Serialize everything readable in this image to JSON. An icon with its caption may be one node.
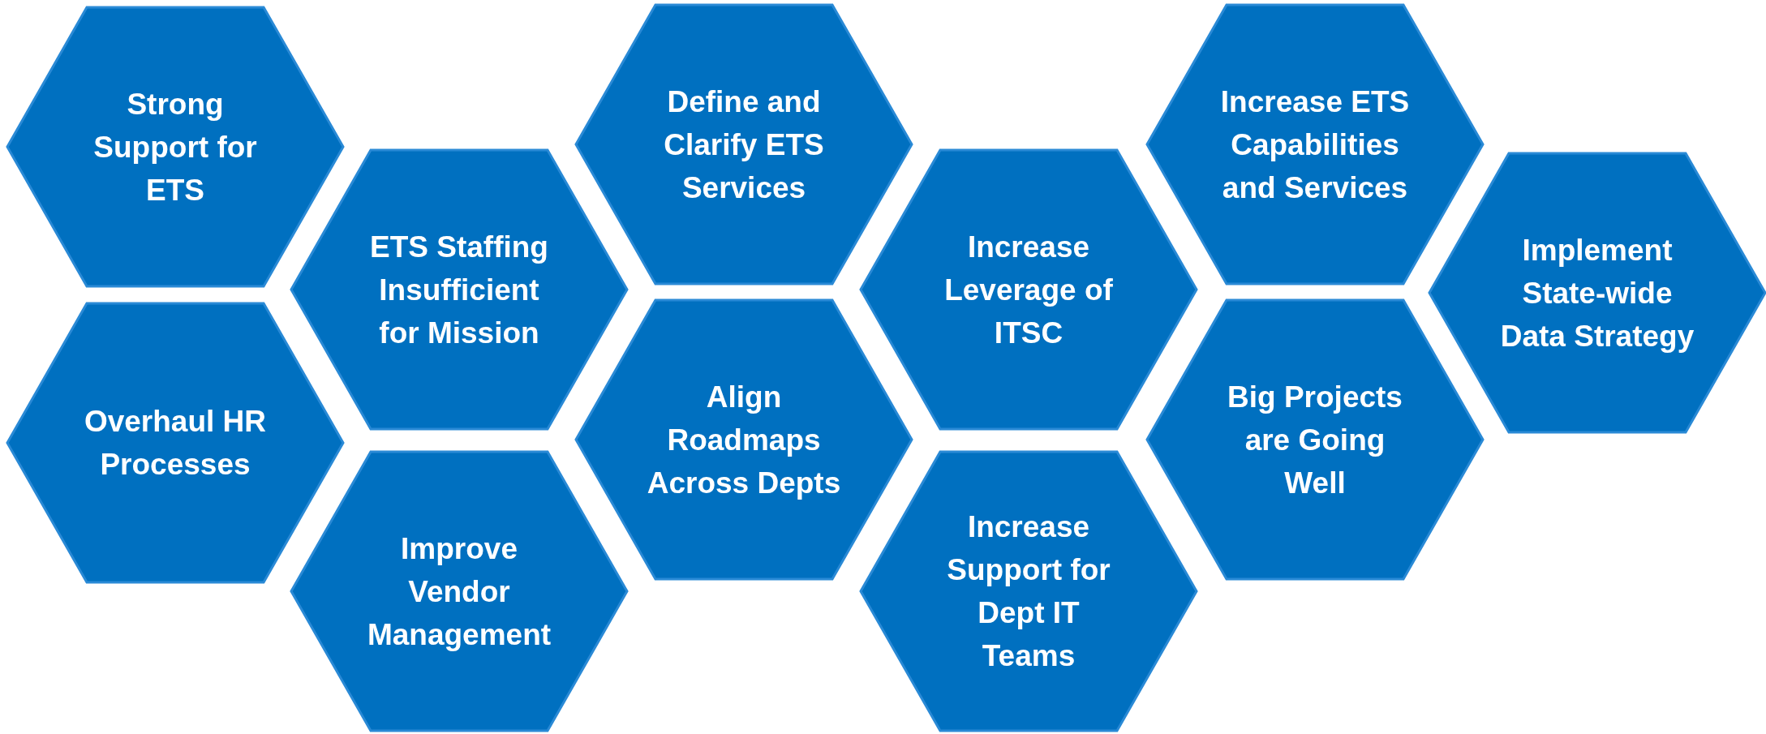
{
  "diagram": {
    "nodes": [
      {
        "text": [
          "Strong Support for ETS"
        ]
      },
      {
        "text": [
          "Overhaul HR Processes"
        ]
      },
      {
        "text": [
          "ETS Staffing Insufficient for Mission"
        ]
      },
      {
        "text": [
          "Improve Vendor Management"
        ]
      },
      {
        "text": [
          "Define and Clarify ETS Services"
        ]
      },
      {
        "text": [
          "Align Roadmaps Across Depts"
        ]
      },
      {
        "text": [
          "Increase Leverage of ITSC"
        ]
      },
      {
        "text": [
          "Increase Support for Dept IT Teams"
        ]
      },
      {
        "text": [
          "Increase ETS Capabilities and Services"
        ]
      },
      {
        "text": [
          "Big Projects are Going Well"
        ]
      },
      {
        "text": [
          "Implement State-wide Data Strategy"
        ]
      }
    ]
  }
}
